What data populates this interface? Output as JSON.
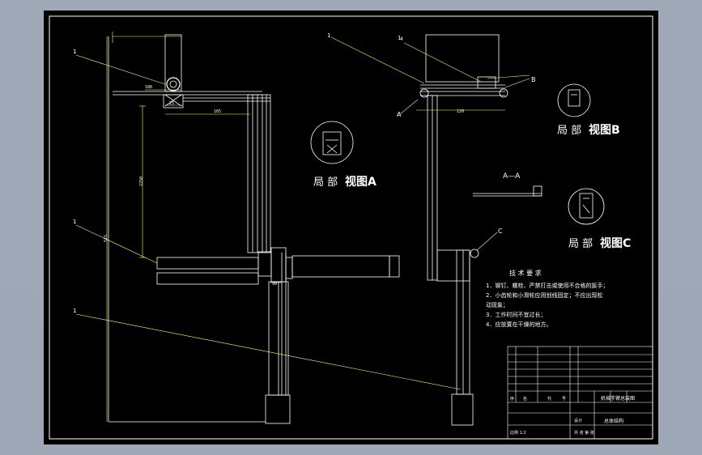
{
  "colors": {
    "background": "#9fa8b7",
    "sheet": "#000000",
    "line": "#ffffff",
    "leader": "#ffff66",
    "dimension": "#ffff66"
  },
  "balloons": [
    "1",
    "1",
    "1",
    "1",
    "1"
  ],
  "dimensions": {
    "d_top": "180",
    "d_small": "25",
    "d_width": "165",
    "d_height": "2250",
    "d_total": "515",
    "d_right_top": "120",
    "d_joint": "90"
  },
  "markers": {
    "A": "A",
    "B": "B",
    "C": "C",
    "right_a": "4"
  },
  "views": {
    "view_a_label": "局 部",
    "view_a_title": "视图A",
    "view_b_label": "局 部",
    "view_b_title": "视图B",
    "view_c_label": "局 部",
    "view_c_title": "视图C",
    "section_label": "A—A"
  },
  "tech_requirements": {
    "title": "技 术 要 求",
    "items": [
      "1．铆钉、螺栓、严禁打击或使用不合格的扳手；",
      "2．小齿轮和小滑轮应用划线固定；不应出现松",
      "   动现象；",
      "3．工作时间不宜过长；",
      "4．应放置在干燥的地方。"
    ]
  },
  "title_block": {
    "left_texts": [
      "序",
      "名",
      "代",
      "号"
    ],
    "right_text": "机械手臂总装图",
    "sub_text": "总体结构",
    "sign_text": "设计",
    "bottom_left": "比例 1:2",
    "bottom_mid": "共 张 第 张"
  }
}
